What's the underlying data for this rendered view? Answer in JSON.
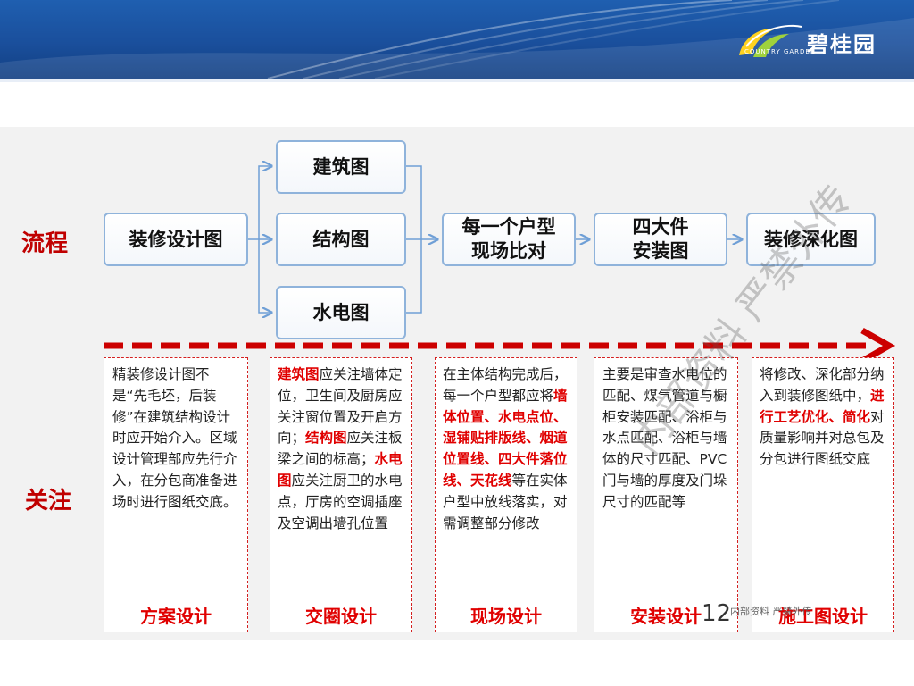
{
  "brand": {
    "name": "碧桂园",
    "sub": "COUNTRY GARDEN"
  },
  "labels": {
    "flow": "流程",
    "focus": "关注"
  },
  "flow": {
    "start": "装修设计图",
    "branches": [
      "建筑图",
      "结构图",
      "水电图"
    ],
    "step_check": "每一个户型\n现场比对",
    "step_install": "四大件\n安装图",
    "step_final": "装修深化图"
  },
  "notes": [
    {
      "segments": [
        {
          "t": "精装修设计图不是“先毛坯，后装修”在建筑结构设计时应开始介入。区域设计管理部应先行介入，在分包商准备进场时进行图纸交底。",
          "red": false
        }
      ],
      "title": "方案设计"
    },
    {
      "segments": [
        {
          "t": "建筑图",
          "red": true
        },
        {
          "t": "应关注墙体定位，卫生间及厨房应关注窗位置及开启方向；",
          "red": false
        },
        {
          "t": "结构图",
          "red": true
        },
        {
          "t": "应关注板梁之间的标高；",
          "red": false
        },
        {
          "t": "水电图",
          "red": true
        },
        {
          "t": "应关注厨卫的水电点，厅房的空调插座及空调出墙孔位置",
          "red": false
        }
      ],
      "title": "交圈设计"
    },
    {
      "segments": [
        {
          "t": "在主体结构完成后，每一个户型都应将",
          "red": false
        },
        {
          "t": "墙体位置、水电点位、湿铺贴排版线、烟道位置线、四大件落位线、天花线",
          "red": true
        },
        {
          "t": "等在实体户型中放线落实，对需调整部分修改",
          "red": false
        }
      ],
      "title": "现场设计"
    },
    {
      "segments": [
        {
          "t": "主要是审查水电位的匹配、煤气管道与橱柜安装匹配、浴柜与水点匹配、浴柜与墙体的尺寸匹配、PVC门与墙的厚度及门垛尺寸的匹配等",
          "red": false
        }
      ],
      "title": "安装设计"
    },
    {
      "segments": [
        {
          "t": "将修改、深化部分纳入到装修图纸中，",
          "red": false
        },
        {
          "t": "进行工艺优化、简化",
          "red": true
        },
        {
          "t": "对质量影响并对总包及分包进行图纸交底",
          "red": false
        }
      ],
      "title": "施工图设计"
    }
  ],
  "page_number": "12",
  "watermark": "内部资料  严禁外传",
  "watermark_small": "内部资料 严禁外传"
}
